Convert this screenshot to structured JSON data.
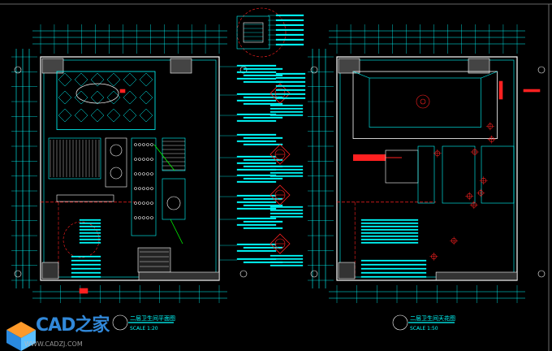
{
  "drawings": [
    {
      "title": "二层卫生间平面图",
      "scale": "SCALE 1:20"
    },
    {
      "title": "二层卫生间天花图",
      "scale": "SCALE 1:50"
    }
  ],
  "watermark": {
    "brand": "CAD之家",
    "url": "WWW.CADZJ.COM"
  },
  "colors": {
    "background": "#000000",
    "primary": "#00ffff",
    "accent": "#ff2020",
    "secondary": "#ffffff",
    "green": "#00ff00"
  }
}
